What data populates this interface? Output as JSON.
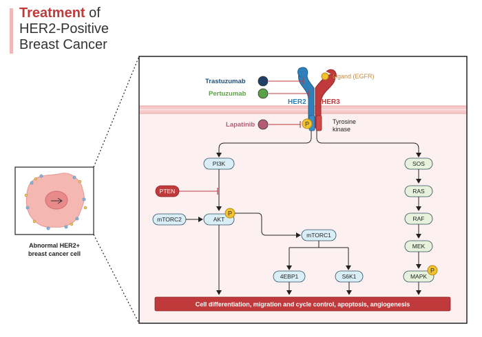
{
  "title": {
    "accent": "Treatment",
    "line1_rest": " of",
    "line2": "HER2-Positive",
    "line3": "Breast Cancer"
  },
  "cell_caption": {
    "line1": "Abnormal HER2+",
    "line2": "breast cancer cell"
  },
  "drugs": {
    "trastuzumab": "Trastuzumab",
    "pertuzumab": "Pertuzumab",
    "lapatinib": "Lapatinib"
  },
  "receptor": {
    "ligand": "Ligand (EGFR)",
    "her2": "HER2",
    "her3": "HER3",
    "phospho": "P",
    "tk_line1": "Tyrosine",
    "tk_line2": "kinase"
  },
  "nodes": {
    "pi3k": "PI3K",
    "pten": "PTEN",
    "mtorc2": "mTORC2",
    "akt": "AKT",
    "akt_p": "P",
    "mtorc1": "mTORC1",
    "ebp1": "4EBP1",
    "s6k1": "S6K1",
    "sos": "SOS",
    "ras": "RAS",
    "raf": "RAF",
    "mek": "MEK",
    "mapk": "MAPK",
    "mapk_p": "P"
  },
  "outcome": "Cell differentiation, migration and cycle control, apoptosis, angiogenesis",
  "colors": {
    "accent_red": "#c0393b",
    "trastuzumab": "#1f4e79",
    "pertuzumab": "#5aa046",
    "lapatinib": "#b35a78",
    "her2_blue": "#2f7fb8",
    "her3_red": "#c0393b",
    "ligand_orange": "#c98a3a",
    "node_blue": "#d9eef7",
    "node_green": "#e6f2dc",
    "phospho_yellow": "#f2c12e"
  }
}
